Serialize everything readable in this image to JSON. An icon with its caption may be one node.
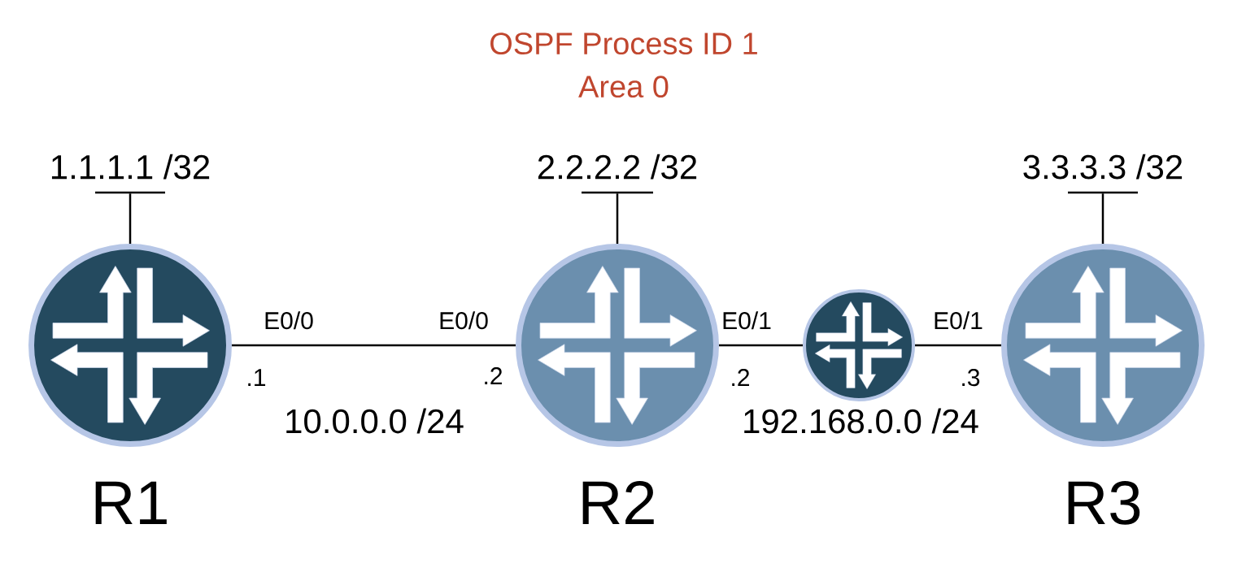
{
  "diagram": {
    "title": "OSPF Process ID 1 Area 0",
    "nodes": [
      {
        "text": [],
        "shape": "bar",
        "beside": [
          "1.1.1.1 /32"
        ]
      },
      {
        "text": [],
        "shape": "bar",
        "beside": [
          "2.2.2.2 /32"
        ]
      },
      {
        "text": [],
        "shape": "bar",
        "beside": [
          "3.3.3.3 /32"
        ]
      },
      {
        "text": [
          "R1"
        ]
      },
      {
        "text": [
          "R2"
        ]
      },
      {
        "text": [],
        "shape": "circle"
      },
      {
        "text": [
          "R3"
        ]
      }
    ],
    "edges": [
      {
        "from": 3,
        "to": 0,
        "arrow": "none"
      },
      {
        "from": 4,
        "to": 1,
        "arrow": "none"
      },
      {
        "from": 6,
        "to": 2,
        "arrow": "none"
      },
      {
        "from": 3,
        "to": 4,
        "arrow": "none"
      },
      {
        "from": 4,
        "to": 5,
        "arrow": "none"
      },
      {
        "from": 5,
        "to": 6,
        "arrow": "none"
      }
    ],
    "labels": [
      "E0/0",
      "E0/0",
      "E0/1",
      "E0/1",
      ".1",
      ".2",
      ".2",
      ".3",
      "10.0.0.0 /24",
      "192.168.0.0 /24"
    ]
  }
}
